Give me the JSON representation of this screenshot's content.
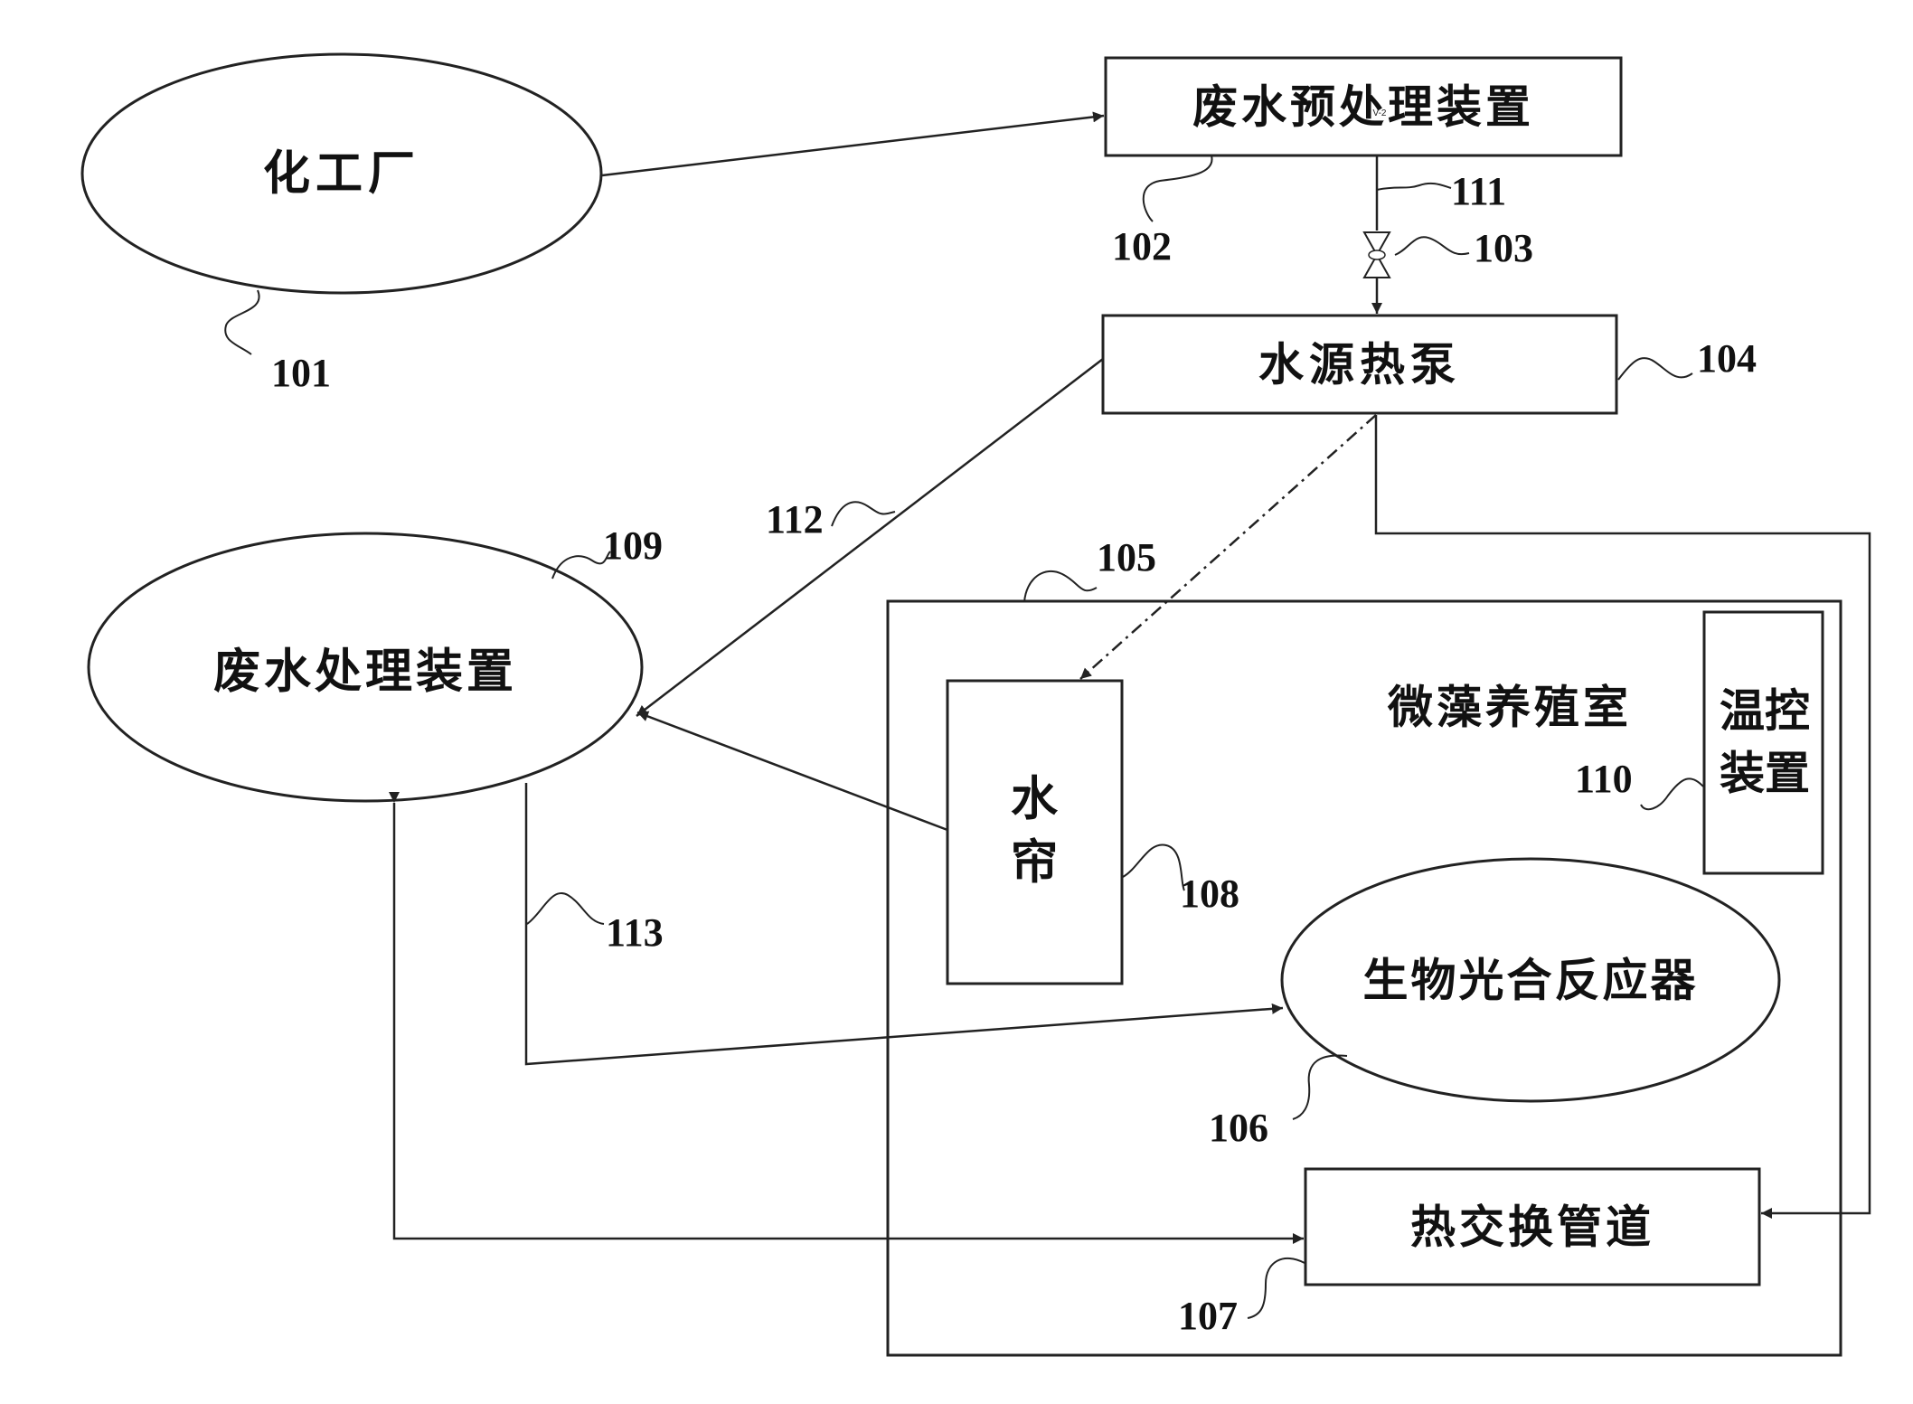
{
  "nodes": {
    "chemical_plant": {
      "label": "化工厂",
      "ref": "101"
    },
    "pretreatment": {
      "label": "废水预处理装置",
      "ref": "102",
      "mark": "V-2"
    },
    "valve": {
      "ref": "103"
    },
    "heat_pump": {
      "label": "水源热泵",
      "ref": "104"
    },
    "culture_room": {
      "label": "微藻养殖室",
      "ref": "105"
    },
    "photobioreactor": {
      "label": "生物光合反应器",
      "ref": "106"
    },
    "heat_exchange_pipe": {
      "label": "热交换管道",
      "ref": "107"
    },
    "water_curtain": {
      "label_line1": "水",
      "label_line2": "帘",
      "ref": "108"
    },
    "wastewater_treatment": {
      "label": "废水处理装置",
      "ref": "109"
    },
    "temp_control": {
      "label_line1": "温控",
      "label_line2": "装置",
      "ref": "110"
    }
  },
  "lines": {
    "pipe_111": {
      "ref": "111"
    },
    "pipe_112": {
      "ref": "112"
    },
    "pipe_113": {
      "ref": "113"
    }
  }
}
